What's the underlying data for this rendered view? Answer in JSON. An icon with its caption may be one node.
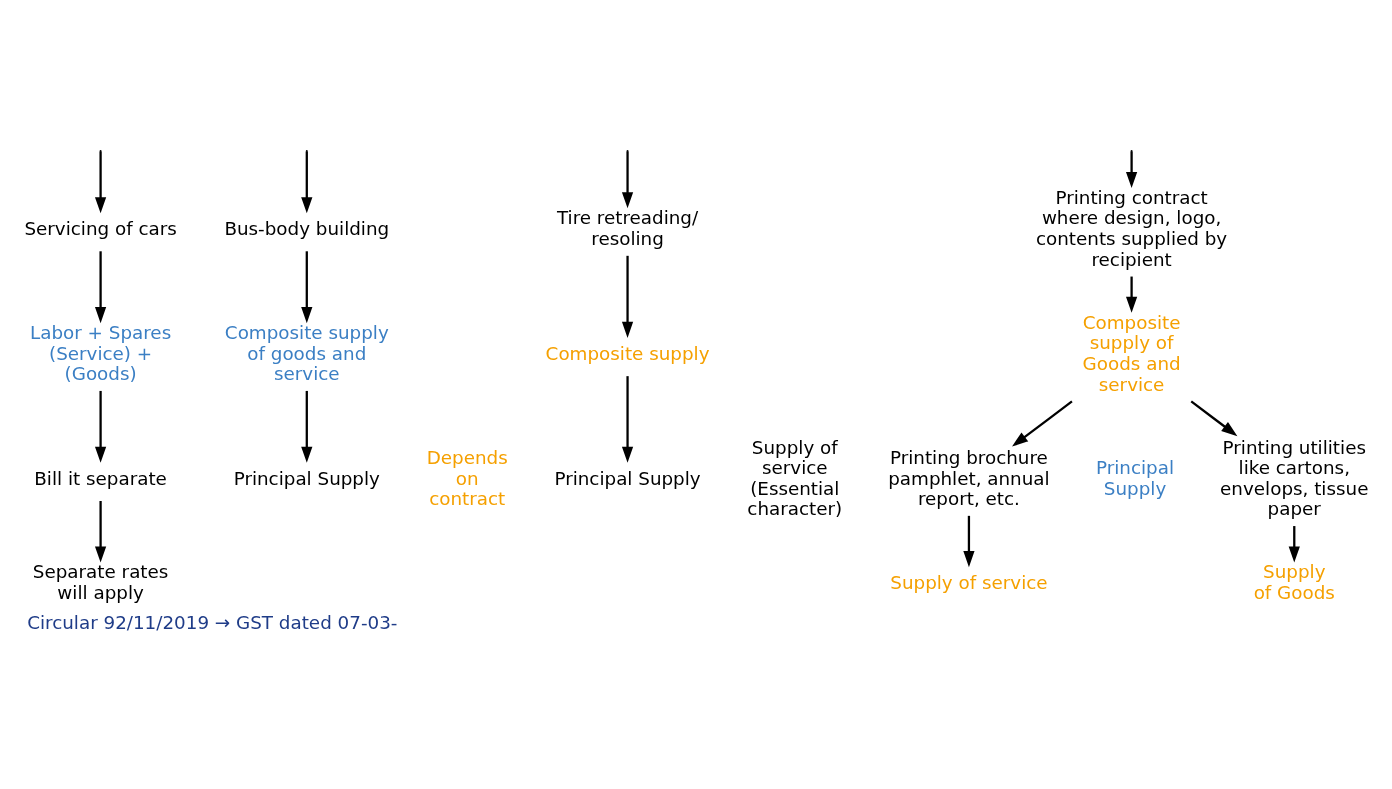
{
  "diagram": {
    "caption": "Circular 92/11/2019 → GST dated 07-03-",
    "nodes": [
      {
        "text": [
          "Servicing of cars"
        ]
      },
      {
        "text": [
          "Labor + Spares (Service) + (Goods)"
        ]
      },
      {
        "text": [
          "Bill it separate"
        ]
      },
      {
        "text": [
          "Separate rates will apply"
        ]
      },
      {
        "text": [
          "Bus-body building"
        ]
      },
      {
        "text": [
          "Composite supply of goods and service"
        ]
      },
      {
        "text": [
          "Principal Supply"
        ]
      },
      {
        "text": [
          "Depends on contract"
        ]
      },
      {
        "text": [
          "Tire retreading/ resoling"
        ]
      },
      {
        "text": [
          "Composite supply"
        ]
      },
      {
        "text": [
          "Principal Supply"
        ]
      },
      {
        "text": [
          "Supply of service (Essential character)"
        ]
      },
      {
        "text": [
          "Printing contract where design, logo, contents supplied by recipient"
        ]
      },
      {
        "text": [
          "Composite supply of Goods and service"
        ]
      },
      {
        "text": [
          "Printing brochure pamphlet, annual report, etc."
        ]
      },
      {
        "text": [
          "Printing utilities like cartons, envelops, tissue paper"
        ]
      },
      {
        "text": [
          "Supply of service"
        ]
      },
      {
        "text": [
          "Supply of Goods"
        ]
      }
    ],
    "edges": [
      {
        "from": null,
        "to": 0,
        "arrow": "to"
      },
      {
        "from": null,
        "to": 4,
        "arrow": "to"
      },
      {
        "from": null,
        "to": 8,
        "arrow": "to"
      },
      {
        "from": null,
        "to": 12,
        "arrow": "to"
      },
      {
        "from": 0,
        "to": 1,
        "arrow": "to"
      },
      {
        "from": 1,
        "to": 2,
        "arrow": "to"
      },
      {
        "from": 2,
        "to": 3,
        "arrow": "to"
      },
      {
        "from": 4,
        "to": 5,
        "arrow": "to"
      },
      {
        "from": 5,
        "to": 6,
        "arrow": "to"
      },
      {
        "from": 8,
        "to": 9,
        "arrow": "to"
      },
      {
        "from": 9,
        "to": 10,
        "arrow": "to"
      },
      {
        "from": 12,
        "to": 13,
        "arrow": "to"
      },
      {
        "from": 13,
        "to": 14,
        "arrow": "to"
      },
      {
        "from": 13,
        "to": 15,
        "arrow": "to"
      },
      {
        "from": 14,
        "to": 16,
        "arrow": "to"
      },
      {
        "from": 15,
        "to": 17,
        "arrow": "to"
      }
    ],
    "labels": [
      "Principal Supply"
    ]
  }
}
